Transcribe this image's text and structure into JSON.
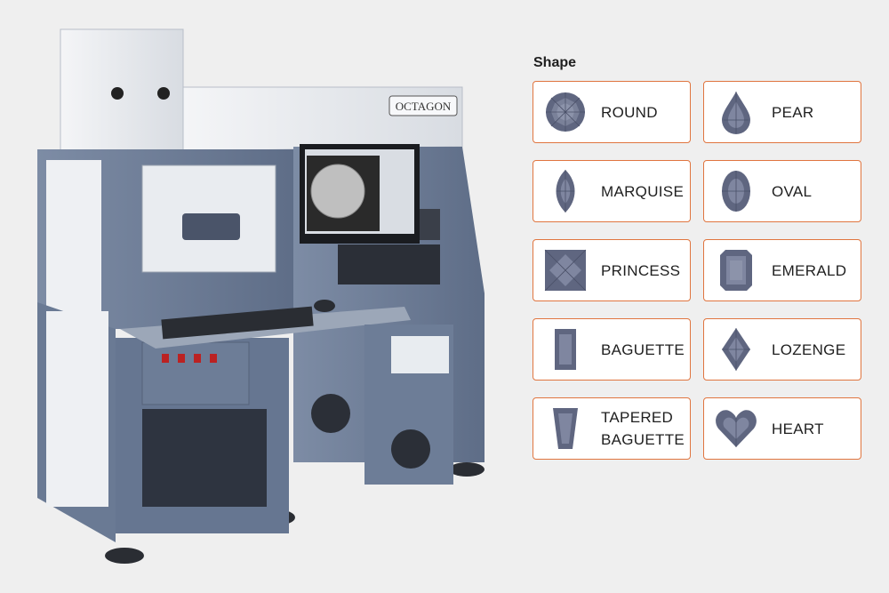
{
  "machine": {
    "brand_label": "OCTAGON"
  },
  "section": {
    "title": "Shape"
  },
  "shapes": [
    {
      "label": "ROUND",
      "icon": "round-gem-icon"
    },
    {
      "label": "PEAR",
      "icon": "pear-gem-icon"
    },
    {
      "label": "MARQUISE",
      "icon": "marquise-gem-icon"
    },
    {
      "label": "OVAL",
      "icon": "oval-gem-icon"
    },
    {
      "label": "PRINCESS",
      "icon": "princess-gem-icon"
    },
    {
      "label": "EMERALD",
      "icon": "emerald-gem-icon"
    },
    {
      "label": "BAGUETTE",
      "icon": "baguette-gem-icon"
    },
    {
      "label": "LOZENGE",
      "icon": "lozenge-gem-icon"
    },
    {
      "label_line1": "TAPERED",
      "label_line2": "BAGUETTE",
      "icon": "tapered-baguette-gem-icon"
    },
    {
      "label": "HEART",
      "icon": "heart-gem-icon"
    }
  ],
  "colors": {
    "card_border": "#e0753f",
    "gem": "#5f6680",
    "machine_body": "#6f7f99"
  }
}
